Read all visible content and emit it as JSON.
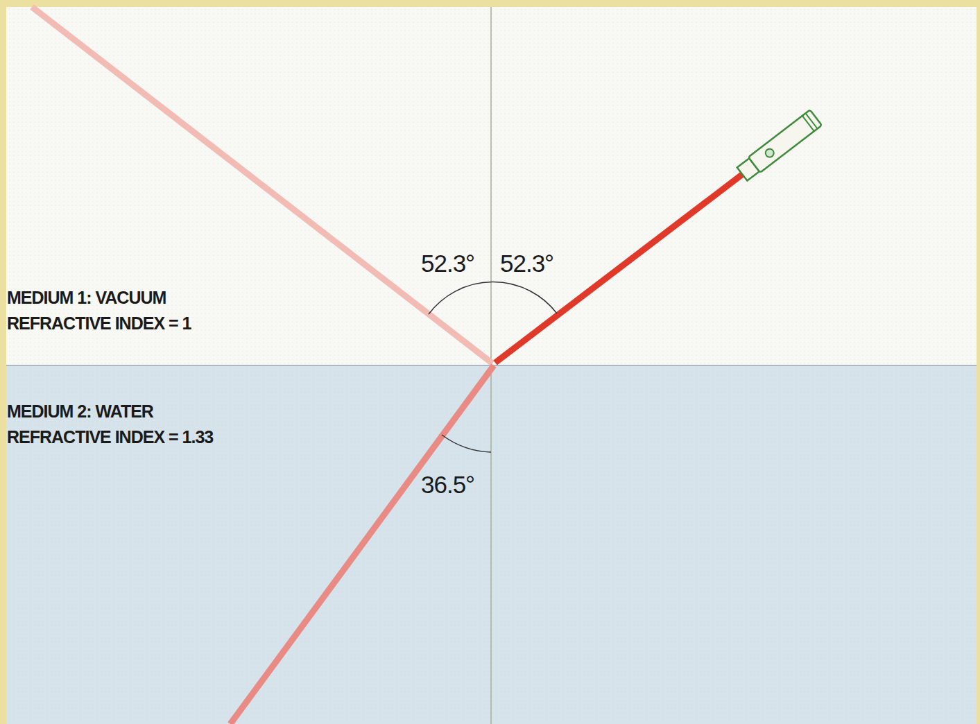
{
  "diagram": {
    "nodes": [
      {
        "text": [
          "MEDIUM 1: VACUUM",
          "REFRACTIVE INDEX = 1"
        ]
      },
      {
        "text": [
          "MEDIUM 2: WATER",
          "REFRACTIVE INDEX = 1.33"
        ]
      }
    ],
    "labels": [
      "52.3°",
      "52.3°",
      "36.5°"
    ]
  }
}
